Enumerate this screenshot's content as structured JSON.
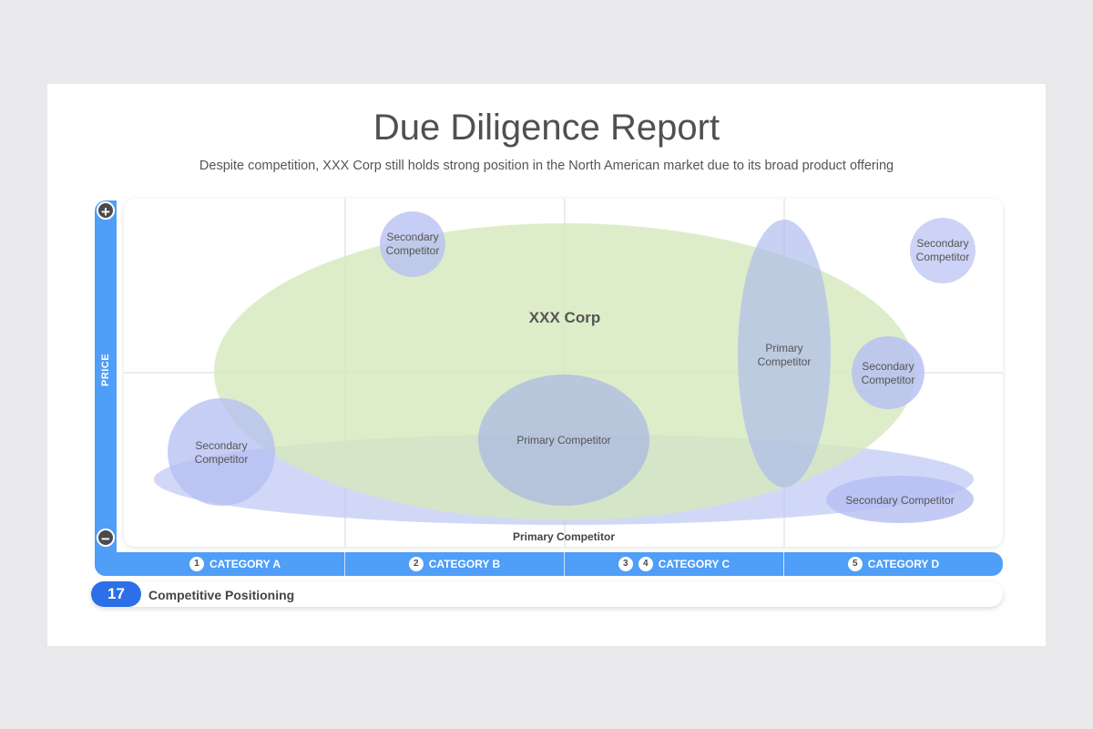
{
  "slide": {
    "title": "Due Diligence Report",
    "subtitle": "Despite competition, XXX Corp still holds strong position in the North American market due to its broad product offering"
  },
  "axis": {
    "y_label": "PRICE",
    "plus_symbol": "+",
    "minus_symbol": "−"
  },
  "categories": [
    {
      "nums": [
        "1"
      ],
      "label": "CATEGORY A"
    },
    {
      "nums": [
        "2"
      ],
      "label": "CATEGORY B"
    },
    {
      "nums": [
        "3",
        "4"
      ],
      "label": "CATEGORY C"
    },
    {
      "nums": [
        "5"
      ],
      "label": "CATEGORY D"
    }
  ],
  "bubbles": {
    "xxx_corp": "XXX Corp",
    "primary_bottom": "Primary Competitor",
    "primary_center": "Primary Competitor",
    "primary_tall_line1": "Primary",
    "primary_tall_line2": "Competitor",
    "secondary_line1": "Secondary",
    "secondary_line2": "Competitor",
    "secondary_wide": "Secondary Competitor"
  },
  "colors": {
    "accent_blue": "#4f9ef8",
    "badge_blue": "#2c6fe8",
    "green_fill": "#d6e8bc",
    "blue_fill": "#b9c3f3"
  },
  "footer": {
    "page_number": "17",
    "label": "Competitive Positioning"
  }
}
